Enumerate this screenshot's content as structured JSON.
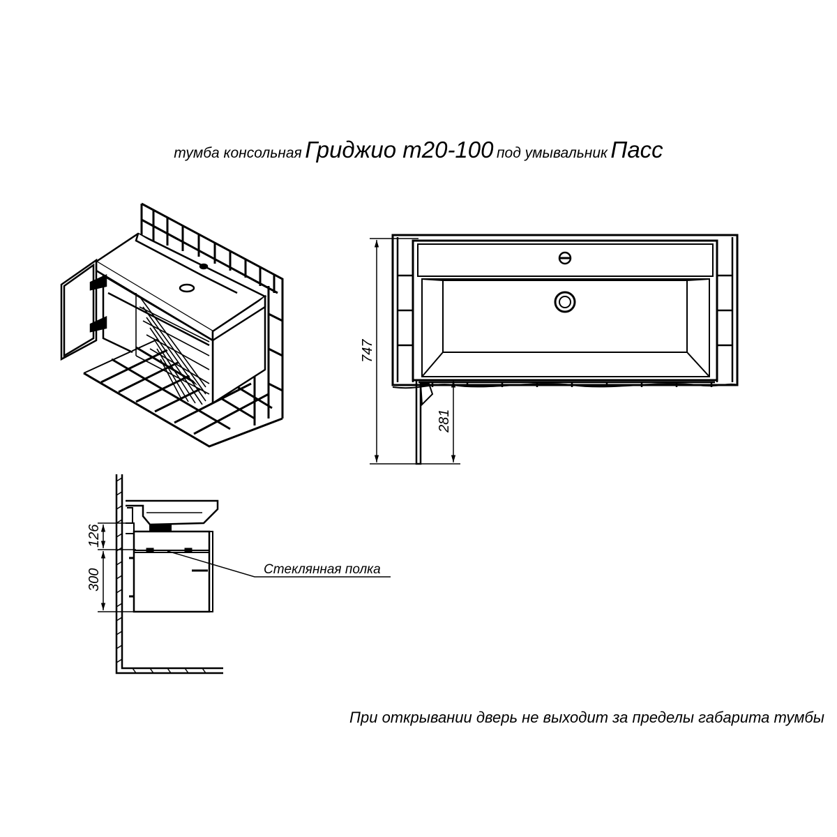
{
  "title": {
    "part1": "тумба консольная",
    "model": "Гриджио т20-100",
    "part2": "под умывальник",
    "sink": "Пасс"
  },
  "dimensions": {
    "total_height": "747",
    "bottom_height": "281",
    "top_offset": "126",
    "shelf_height": "300"
  },
  "callout": {
    "glass_shelf": "Стеклянная полка"
  },
  "note": "При открывании дверь не выходит за пределы габарита тумбы",
  "colors": {
    "line": "#000000",
    "background": "#ffffff"
  }
}
